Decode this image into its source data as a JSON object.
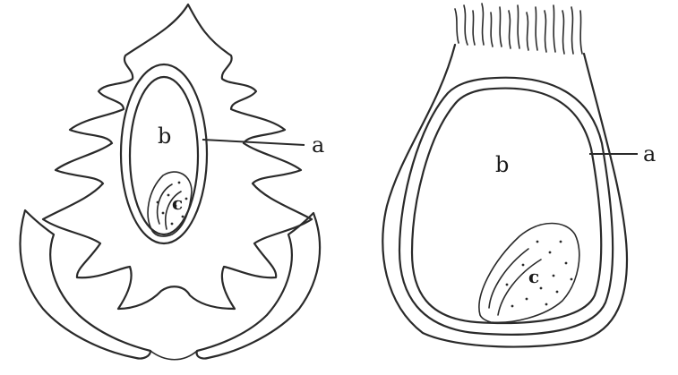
{
  "left_figure": {
    "label_a": "a",
    "label_b": "b",
    "label_c": "c"
  },
  "right_figure": {
    "label_a": "a",
    "label_b": "b",
    "label_c": "c"
  }
}
